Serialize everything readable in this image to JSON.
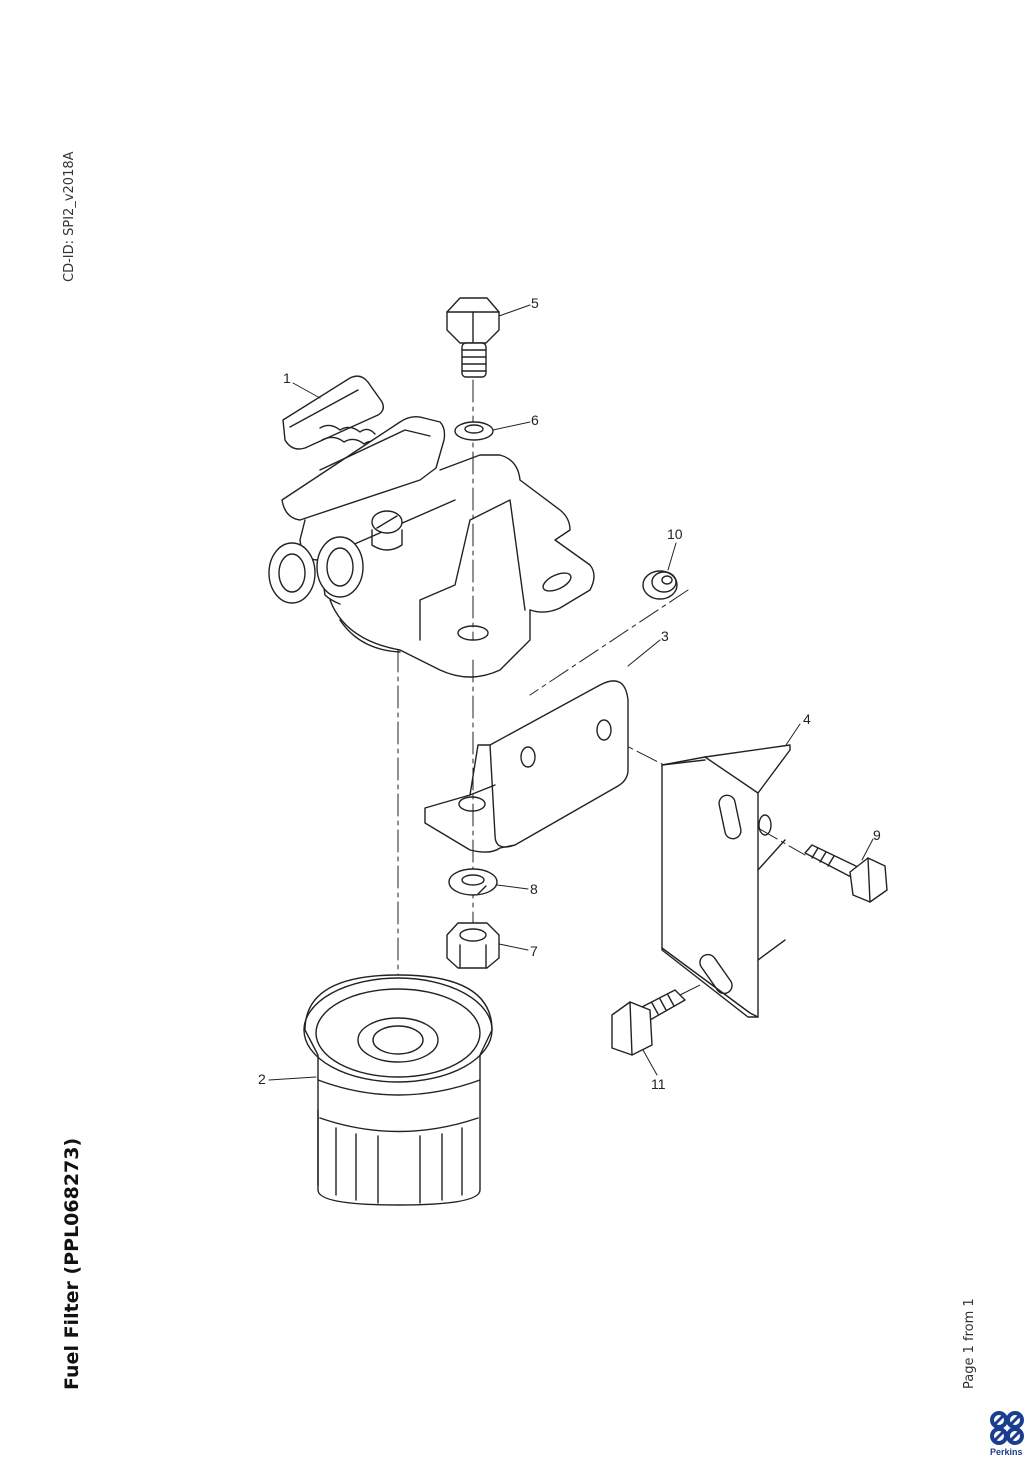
{
  "header": {
    "cd_id": "CD-ID: SPI2_v2018A"
  },
  "document": {
    "title": "Fuel Filter (PPL068273)"
  },
  "footer": {
    "page_info": "Page 1 from 1",
    "brand": "Perkins",
    "brand_color": "#1a3d8f"
  },
  "diagram": {
    "callouts": [
      "1",
      "2",
      "3",
      "4",
      "5",
      "6",
      "7",
      "8",
      "9",
      "10",
      "11"
    ]
  }
}
